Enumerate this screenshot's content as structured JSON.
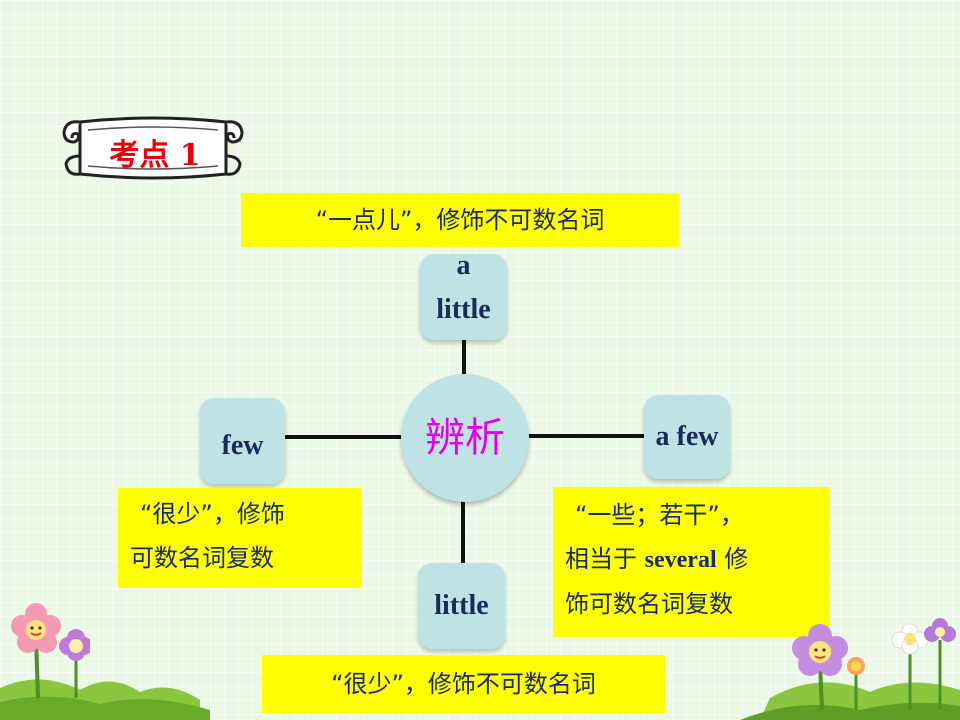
{
  "badge": {
    "label": "考点 1"
  },
  "hub": {
    "label": "辨析"
  },
  "nodes": {
    "a_little": {
      "line1": "a",
      "line2": "little"
    },
    "a_few": {
      "label": "a few"
    },
    "few": {
      "label": "few"
    },
    "little": {
      "label": "little"
    }
  },
  "notes": {
    "a_little": "“一点儿”，修饰不可数名词",
    "few": {
      "line1": "“很少”，修饰",
      "line2": "可数名词复数"
    },
    "a_few": {
      "line1": "“一些；若干”，",
      "line2_prefix": "相当于",
      "line2_word": "several",
      "line2_suffix": "修",
      "line3": "饰可数名词复数"
    },
    "little": "“很少”，修饰不可数名词"
  },
  "colors": {
    "background": "#eaf8e6",
    "node_fill": "#bfe2e4",
    "hub_text": "#e600e6",
    "note_fill": "#ffff00",
    "note_text": "#1a2a6c",
    "badge_text": "#e8000b"
  }
}
